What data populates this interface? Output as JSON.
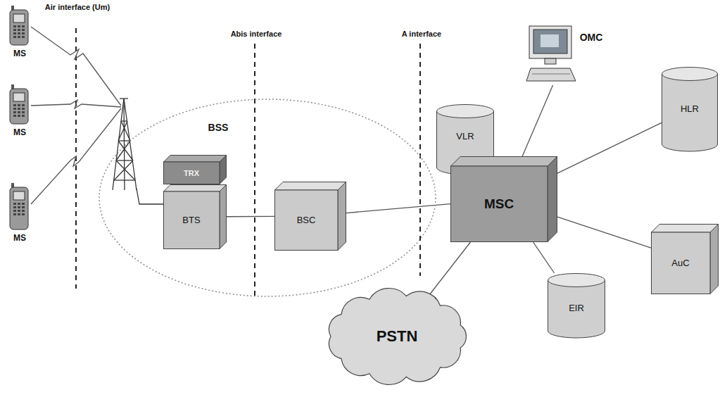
{
  "diagram": {
    "nodes": [
      {
        "text": [
          "MS"
        ]
      },
      {
        "text": [
          "MS"
        ]
      },
      {
        "text": [
          "MS"
        ]
      },
      {
        "text": [
          "BSS"
        ]
      },
      {
        "text": [
          "TRX"
        ],
        "in": 3
      },
      {
        "text": [
          "BTS"
        ],
        "in": 3
      },
      {
        "text": [
          "BSC"
        ],
        "in": 3
      },
      {
        "text": [
          "VLR"
        ]
      },
      {
        "text": [
          "MSC"
        ]
      },
      {
        "text": [
          "OMC"
        ]
      },
      {
        "text": [
          "HLR"
        ]
      },
      {
        "text": [
          "AuC"
        ]
      },
      {
        "text": [
          "EIR"
        ]
      },
      {
        "text": [
          "PSTN"
        ]
      }
    ],
    "edges": [
      {
        "from": 5,
        "to": 6,
        "arrow": "none"
      },
      {
        "from": 6,
        "to": 8,
        "arrow": "none"
      },
      {
        "from": 8,
        "to": 9,
        "arrow": "none"
      },
      {
        "from": 8,
        "to": 10,
        "arrow": "none"
      },
      {
        "from": 8,
        "to": 11,
        "arrow": "none"
      },
      {
        "from": 8,
        "to": 12,
        "arrow": "none"
      },
      {
        "from": 8,
        "to": 13,
        "arrow": "none"
      }
    ],
    "labels": [
      "Air interface (Um)",
      "Abis interface",
      "A interface"
    ]
  }
}
